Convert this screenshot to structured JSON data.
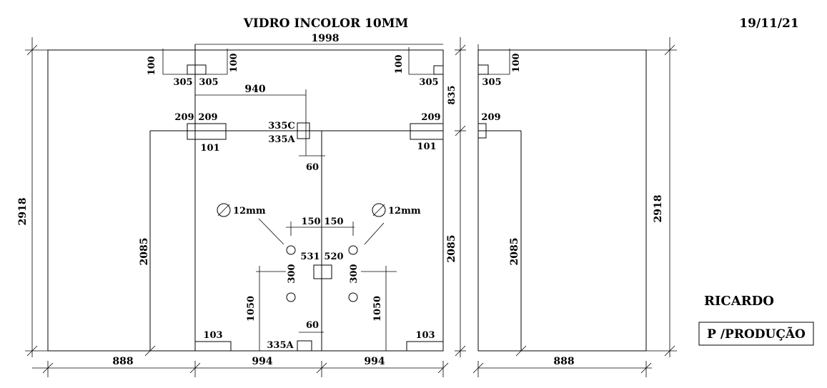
{
  "drawing": {
    "title": "VIDRO INCOLOR 10MM",
    "date": "19/11/21",
    "client": "RICARDO",
    "status": "P /PRODUÇÃO"
  },
  "dims": {
    "total_width": "1998",
    "height_left": "2918",
    "height_right": "2918",
    "door_height_left": "2085",
    "door_height_right": "2085",
    "door_height_side": "2085",
    "side_offset": "835",
    "bottom_left": "888",
    "bottom_mid_left": "994",
    "bottom_mid_right": "994",
    "bottom_side": "888",
    "top_v_1": "100",
    "top_v_2": "100",
    "top_v_3": "100",
    "top_v_4": "100",
    "top_h_1": "305",
    "top_h_2": "305",
    "top_h_3": "305",
    "top_h_4": "305",
    "center_940": "940",
    "hinge_209_1": "209",
    "hinge_209_2": "209",
    "hinge_209_3": "209",
    "hinge_209_4": "209",
    "hinge_101_1": "101",
    "hinge_101_2": "101",
    "fitting_335c": "335C",
    "fitting_335a_top": "335A",
    "fitting_335a_bottom": "335A",
    "gap_60_top": "60",
    "gap_60_bottom": "60",
    "handle_150_left": "150",
    "handle_150_right": "150",
    "handle_531": "531",
    "handle_520": "520",
    "handle_300_left": "300",
    "handle_300_right": "300",
    "h_1050_left": "1050",
    "h_1050_right": "1050",
    "bottom_103_left": "103",
    "bottom_103_right": "103",
    "hole_left": "12mm",
    "hole_right": "12mm"
  }
}
